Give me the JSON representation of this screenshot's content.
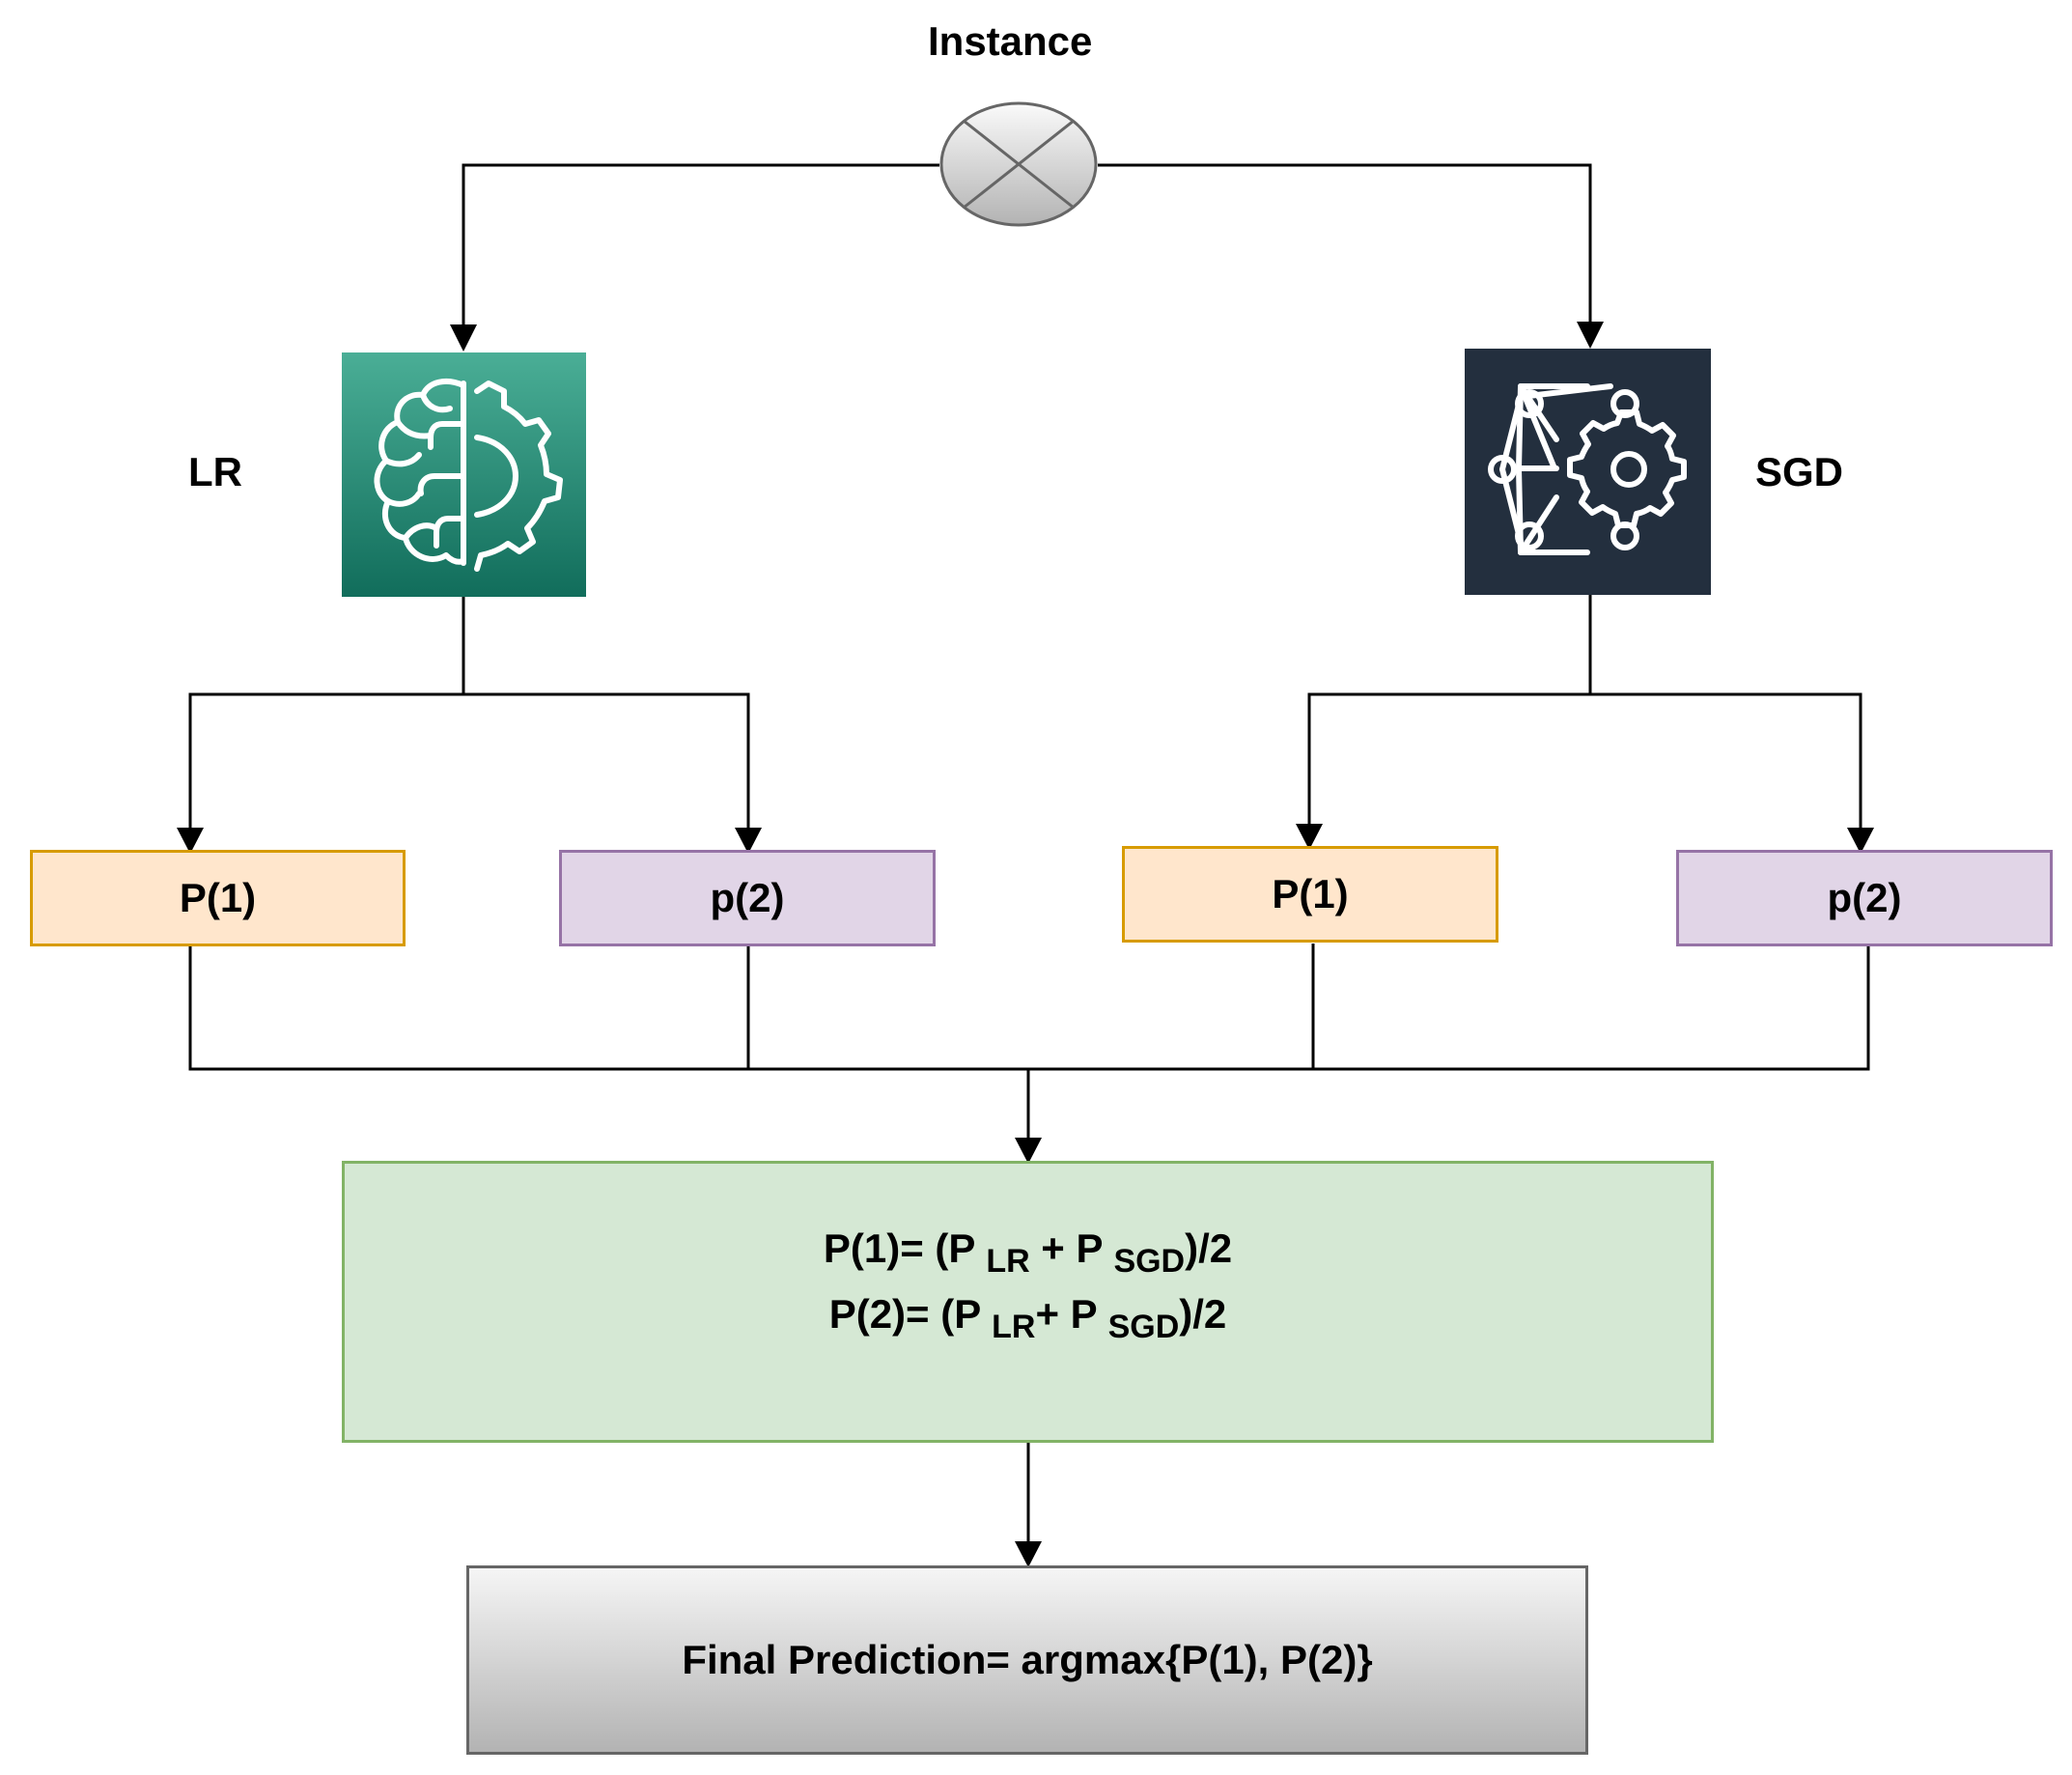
{
  "diagram": {
    "instance_label": "Instance",
    "lr_label": "LR",
    "sgd_label": "SGD",
    "lr_outputs": {
      "p1": "P(1)",
      "p2": "p(2)"
    },
    "sgd_outputs": {
      "p1": "P(1)",
      "p2": "p(2)"
    },
    "average": {
      "line1": {
        "lhs": "P(1)= (P ",
        "sub_a": "LR",
        "mid": " + P ",
        "sub_b": "SGD",
        "rhs": ")/2"
      },
      "line2": {
        "lhs": "P(2)= (P ",
        "sub_a": "LR",
        "mid": "+ P ",
        "sub_b": "SGD",
        "rhs": ")/2"
      }
    },
    "final": "Final Prediction= argmax{P(1), P(2)}"
  },
  "icons": {
    "instance": "summing-junction-icon",
    "lr": "brain-gear-icon",
    "sgd": "network-gear-icon"
  },
  "colors": {
    "lr_gradient_top": "#4aae96",
    "lr_gradient_bottom": "#116d5b",
    "sgd_background": "#232f3e",
    "orange_fill": "#ffe6cc",
    "orange_border": "#d79b00",
    "purple_fill": "#e1d5e7",
    "purple_border": "#9673a6",
    "green_fill": "#d5e8d4",
    "green_border": "#82b366"
  }
}
